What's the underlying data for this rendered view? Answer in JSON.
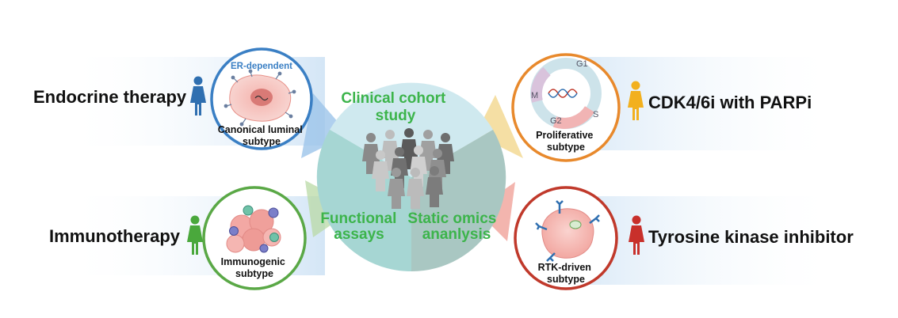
{
  "center": {
    "top_label": [
      "Clinical cohort",
      "study"
    ],
    "left_label": [
      "Functional",
      "assays"
    ],
    "right_label": [
      "Static omics",
      "ananlysis"
    ]
  },
  "subtypes": {
    "luminal": {
      "caption": [
        "Canonical luminal",
        "subtype"
      ],
      "top_label": "ER-dependent",
      "therapy": "Endocrine therapy"
    },
    "proliferative": {
      "caption": [
        "Proliferative",
        "subtype"
      ],
      "phases": [
        "G1",
        "S",
        "G2",
        "M"
      ],
      "therapy": "CDK4/6i with PARPi"
    },
    "immunogenic": {
      "caption": [
        "Immunogenic",
        "subtype"
      ],
      "therapy": "Immunotherapy"
    },
    "rtk": {
      "caption": [
        "RTK-driven",
        "subtype"
      ],
      "therapy": "Tyrosine kinase inhibitor"
    }
  },
  "colors": {
    "green_text": "#3cb44b",
    "luminal": "#3a7fc4",
    "proliferative": "#e8892c",
    "immunogenic": "#5aa846",
    "rtk": "#c0392b"
  }
}
